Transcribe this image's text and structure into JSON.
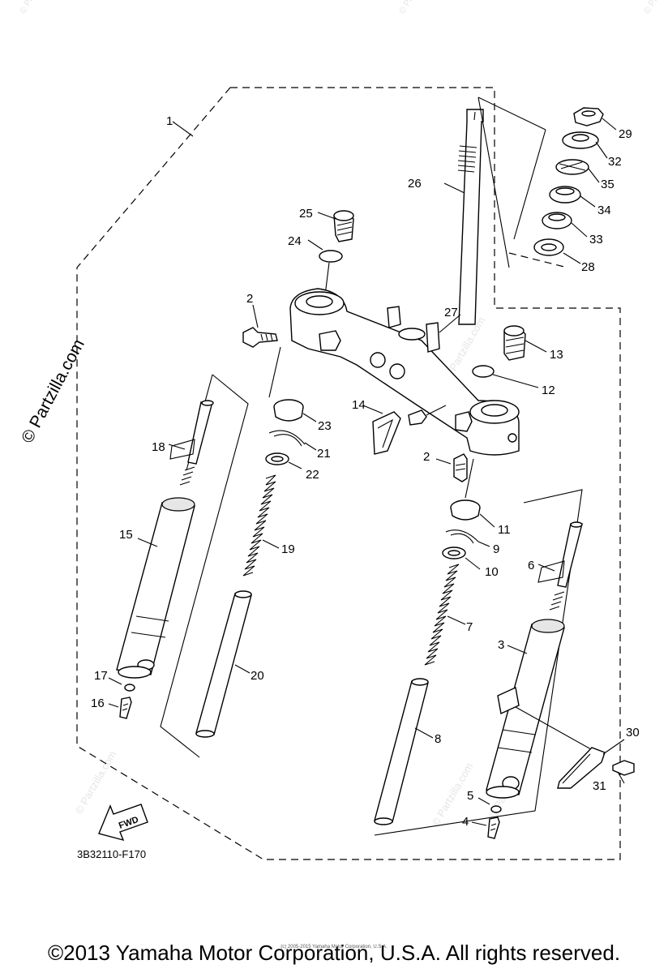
{
  "watermark_text": "© Partzilla.com",
  "diagram_code": "3B32110-F170",
  "fwd_label": "FWD",
  "copyright": "©2013 Yamaha Motor Corporation, U.S.A. All rights reserved.",
  "tiny_copyright": "(c) 2005-2015 Yamaha Motor Corporation, U.S.A.",
  "callouts": [
    "1",
    "2",
    "2",
    "3",
    "4",
    "5",
    "6",
    "7",
    "8",
    "9",
    "10",
    "11",
    "12",
    "13",
    "14",
    "15",
    "16",
    "17",
    "18",
    "19",
    "20",
    "21",
    "22",
    "23",
    "24",
    "25",
    "26",
    "27",
    "28",
    "29",
    "30",
    "31",
    "32",
    "33",
    "34",
    "35"
  ]
}
